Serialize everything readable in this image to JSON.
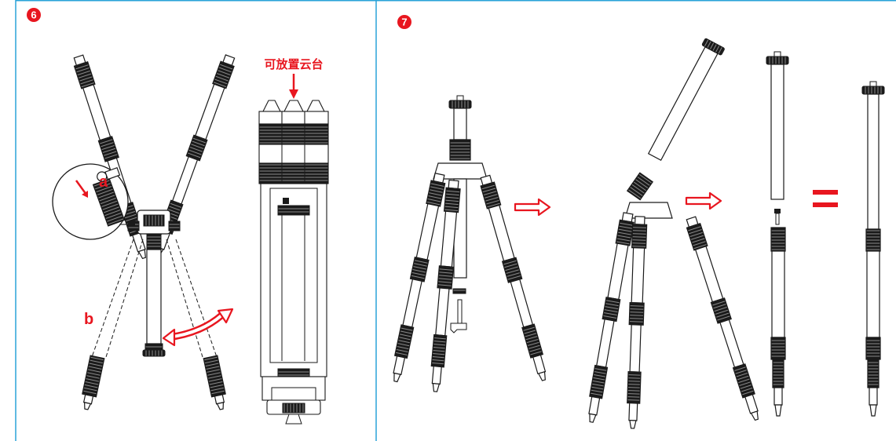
{
  "colors": {
    "frame": "#2aa3d8",
    "accent": "#e8161f",
    "ink": "#1a1a1a",
    "paper": "#ffffff"
  },
  "panels": [
    {
      "step": "6",
      "labels": {
        "a": "a",
        "b": "b"
      },
      "caption": "可放置云台"
    },
    {
      "step": "7",
      "equals_sign": "="
    }
  ]
}
